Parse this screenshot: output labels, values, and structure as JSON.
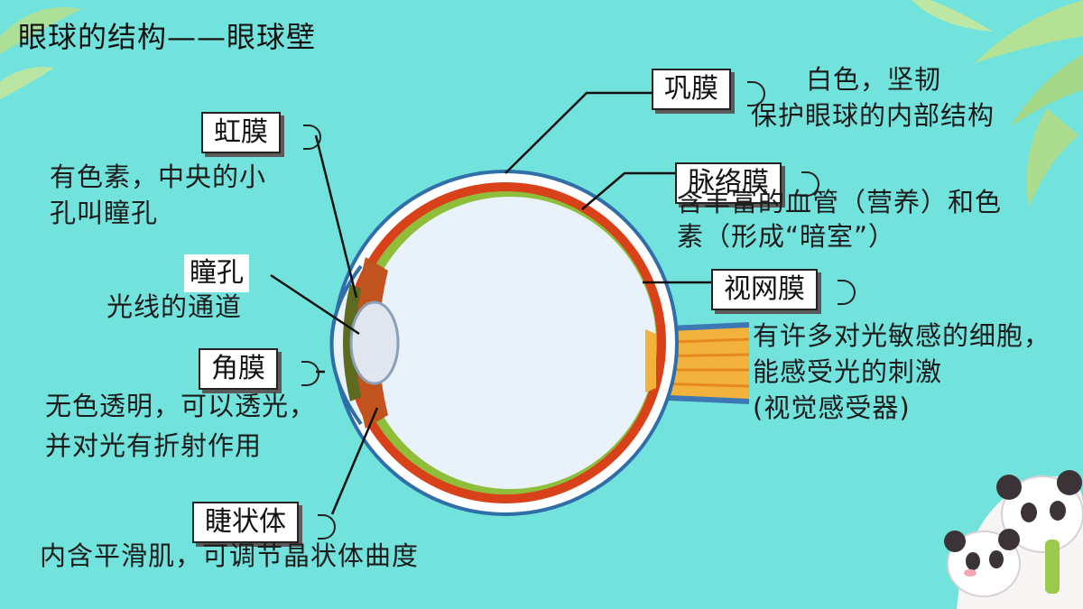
{
  "title": "眼球的结构——眼球壁",
  "parts": {
    "iris": {
      "label": "虹膜",
      "desc": [
        "有色素，中央的小",
        "孔叫瞳孔"
      ]
    },
    "pupil": {
      "label": "瞳孔",
      "desc": [
        "光线的通道"
      ]
    },
    "cornea": {
      "label": "角膜",
      "desc": [
        "无色透明，可以透光，",
        "并对光有折射作用"
      ]
    },
    "ciliary": {
      "label": "睫状体",
      "desc": [
        "内含平滑肌，可调节晶状体曲度"
      ]
    },
    "sclera": {
      "label": "巩膜",
      "desc": [
        "白色，坚韧",
        "保护眼球的内部结构"
      ]
    },
    "choroid": {
      "label": "脉络膜",
      "desc": [
        "含丰富的血管（营养）和色",
        "素（形成“暗室”）"
      ]
    },
    "retina": {
      "label": "视网膜",
      "desc": [
        "有许多对光敏感的细胞，",
        "能感受光的刺激",
        "(视觉感受器)"
      ]
    }
  },
  "colors": {
    "background": "#72e2dc",
    "sclera": "#ffffff",
    "choroid": "#d9411a",
    "retina": "#8fbf3a",
    "vitreous": "#e9f1fb",
    "outline": "#2f6ea8"
  }
}
